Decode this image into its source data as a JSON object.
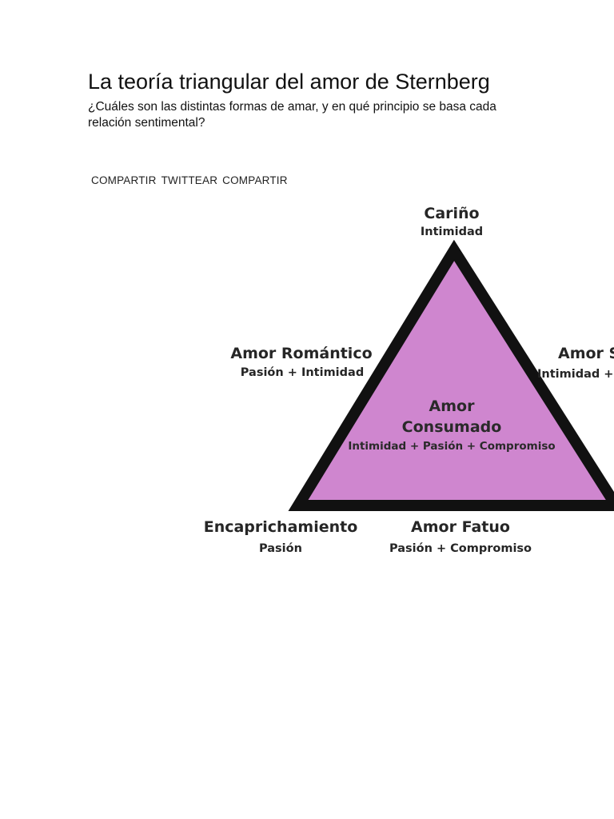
{
  "article": {
    "title": "La teoría triangular del amor de Sternberg",
    "subtitle": "¿Cuáles son las distintas formas de amar, y en qué principio se basa cada relación sentimental?"
  },
  "share": {
    "items": [
      "COMPARTIR",
      "TWITTEAR",
      "COMPARTIR"
    ]
  },
  "diagram": {
    "fill_color": "#cf86cf",
    "stroke_color": "#111111",
    "top": {
      "title": "Cariño",
      "subtitle": "Intimidad"
    },
    "left": {
      "title": "Amor Romántico",
      "subtitle": "Pasión + Intimidad"
    },
    "right": {
      "title": "Amor S",
      "subtitle": "Intimidad +"
    },
    "center": {
      "line1": "Amor",
      "line2": "Consumado",
      "subtitle": "Intimidad + Pasión + Compromiso"
    },
    "bottom_left": {
      "title": "Encaprichamiento",
      "subtitle": "Pasión"
    },
    "bottom_center": {
      "title": "Amor Fatuo",
      "subtitle": "Pasión + Compromiso"
    }
  }
}
